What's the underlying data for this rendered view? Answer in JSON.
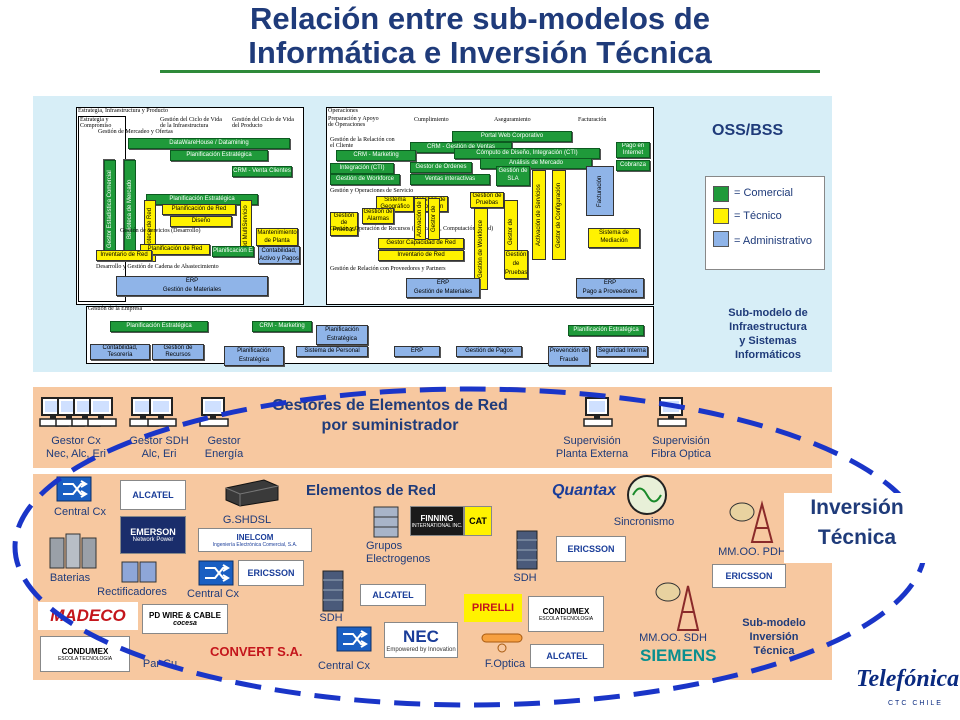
{
  "title": {
    "line1": "Relación entre sub-modelos de",
    "line2": "Informática e Inversión Técnica"
  },
  "oss": {
    "label": "OSS/BSS",
    "legend": [
      {
        "label": "= Comercial",
        "color": "#1f9a3a"
      },
      {
        "label": "= Técnico",
        "color": "#fff200"
      },
      {
        "label": "= Administrativo",
        "color": "#8fb4e8"
      }
    ],
    "subtitle": [
      "Sub-modelo de",
      "Infraestructura",
      "y Sistemas",
      "Informáticos"
    ],
    "left_sections": {
      "s1": "Estrategia, Infraestructura y Producto",
      "s2": "Gestión del Ciclo de Vida de la Infraestructura",
      "s3": "Gestión del Ciclo de Vida del Producto",
      "s4": "Gestión de Mercadeo y Ofertas",
      "s5": "Estrategia y Compromiso",
      "s6": "Gestión de Servicios (Desarrollo)",
      "s7": "Desarrollo y Gestión de Cadena de Abastecimiento",
      "s8": "Gestión de la Empresa"
    },
    "left_boxes": {
      "dw": "DataWareHouse / Datamining",
      "pe1": "Planificación Estratégica",
      "crm": "CRM - Venta Clientes",
      "pe2": "Planificación Estratégica",
      "pr1": "Planificación de Red",
      "pr2": "Planificación de Red",
      "dis": "Diseño",
      "inv": "Inventario de Red",
      "mant": "Mantenimiento de Planta",
      "cont": "Contabilidad, Activo y Pagos",
      "pe3": "Planificación Estratégica",
      "erp": "ERP",
      "erp_sub": "Gestión de Materiales",
      "v1": "Gestor Estadística Comercial",
      "v2": "Biblioteca de Mercado",
      "v3": "Biblioteca de Red",
      "v4": "Red MultiServicio"
    },
    "ops": {
      "header": "Operaciones",
      "col1": "Preparación y Apoyo de Operaciones",
      "col2": "Cumplimiento",
      "col3": "Aseguramiento",
      "col4": "Facturación",
      "rel": "Gestión de la Relación con el Cliente",
      "serv": "Gestión y Operaciones de Servicio",
      "recursos": "Gestión y Operación de Recursos (Aplicación, Computación y Red)",
      "prov": "Gestión de Relación con Proveedores y Partners",
      "boxes": {
        "portal": "Portal Web Corporativo",
        "crm": "CRM - Gestión de Ventas",
        "crm_mkt": "CRM - Marketing",
        "cdi": "Cómputo de Diseño, Integración (CTI)",
        "cdm": "Análisis de Mercado",
        "int": "Integración (CTI)",
        "wf1": "Gestión de Workforce",
        "go": "Gestor de Órdenes",
        "vi": "Ventas interactivas",
        "sla": "Gestión de SLA",
        "pago": "Pago en Internet",
        "cob": "Cobranza",
        "geo": "Sistema Geográfico",
        "prov": "Gestión de Provisión",
        "pruebas": "Gestión de Pruebas",
        "gpr": "Gestión de Pruebas",
        "sat": "Gestión de Alarmas",
        "gcr": "Gestor Capacidad de Red",
        "ir": "Inventario de Red",
        "wf2": "Gestión de Workforce",
        "act": "Activación de Servicios",
        "gestor": "Gestor de Configuración",
        "fact": "Facturación",
        "med": "Sistema de Mediación",
        "erp": "ERP",
        "erp_sub": "Gestión de Materiales",
        "erp2": "ERP",
        "erp2_sub": "Pago a Proveedores"
      }
    },
    "bottom": {
      "b1": "Planificación Estratégica",
      "b2": "Gestión de Recursos Humanos",
      "b3": "CRM - Marketing",
      "b4": "Planificación Estratégica",
      "b5": "Sistema de Personal",
      "b6": "Planificación Estratégica",
      "b7": "Planificación Estratégica",
      "b8": "ERP",
      "b9": "Contabilidad, Tesorería",
      "b10": "Gestión de Pagos",
      "b11": "Prevención de Fraude",
      "b12": "Seguridad Interna"
    }
  },
  "gestores": {
    "title": [
      "Gestores de Elementos de Red",
      "por suministrador"
    ],
    "items": [
      {
        "line1": "Gestor Cx",
        "line2": "Nec, Alc, Eri"
      },
      {
        "line1": "Gestor SDH",
        "line2": "Alc, Eri"
      },
      {
        "line1": "Gestor",
        "line2": "Energía"
      },
      {
        "line1": "Supervisión",
        "line2": "Planta Externa"
      },
      {
        "line1": "Supervisión",
        "line2": "Fibra Optica"
      }
    ]
  },
  "elementos": {
    "title": "Elementos de Red",
    "labels": {
      "central_cx1": "Central Cx",
      "gshdsl": "G.SHDSL",
      "grupos": [
        "Grupos",
        "Electrogenos"
      ],
      "sincronismo": "Sincronismo",
      "mmoo_pdh": "MM.OO. PDH",
      "baterias": "Baterias",
      "rectificadores": "Rectificadores",
      "central_cx2": "Central Cx",
      "sdh1": "SDH",
      "sdh2": "SDH",
      "mmoo_sdh": "MM.OO. SDH",
      "par_cu": "Par Cu",
      "central_cx3": "Central Cx",
      "foptica": "F.Optica"
    },
    "logos": {
      "alcatel": "ALCATEL",
      "quantax": "Quantax",
      "emerson": "EMERSON",
      "emerson_sub": "Network Power",
      "inelcom": "INELCOM",
      "inelcom_sub": "Ingeniería Electrónica Comercial, S.A.",
      "finning": "FINNING",
      "finning_sub": "INTERNATIONAL INC.",
      "cat": "CAT",
      "ericsson": "ERICSSON",
      "madeco": "MADECO",
      "pdwire": "PD WIRE & CABLE",
      "cocesa": "cocesa",
      "condumex": "CONDUMEX",
      "condumex_sub": "ESCOLA TECNOLOGIA",
      "pirelli": "PIRELLI",
      "nec": "NEC",
      "nec_sub": "Empowered by Innovation",
      "siemens": "SIEMENS",
      "convert": "CONVERT S.A."
    },
    "inversion": [
      "Inversión",
      "Técnica"
    ],
    "subtitle": [
      "Sub-modelo",
      "Inversión",
      "Técnica"
    ]
  },
  "brand": {
    "name": "Telefónica",
    "sub": "CTC CHILE"
  }
}
